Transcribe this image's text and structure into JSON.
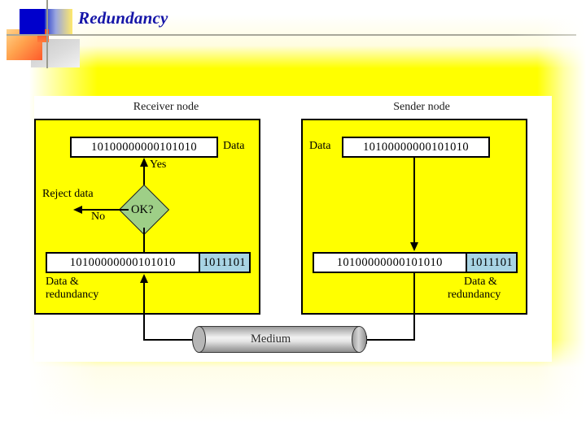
{
  "slide": {
    "title": "Redundancy"
  },
  "figure": {
    "receiver": {
      "caption": "Receiver node",
      "data_box_value": "10100000000101010",
      "data_label": "Data",
      "decision_label": "OK?",
      "yes_label": "Yes",
      "no_label": "No",
      "reject_label": "Reject data",
      "frame_data": "10100000000101010",
      "frame_redundancy": "1011101",
      "frame_caption_line1": "Data &",
      "frame_caption_line2": "redundancy"
    },
    "sender": {
      "caption": "Sender node",
      "data_label": "Data",
      "data_box_value": "10100000000101010",
      "frame_data": "10100000000101010",
      "frame_redundancy": "1011101",
      "frame_caption_line1": "Data &",
      "frame_caption_line2": "redundancy"
    },
    "medium": {
      "label": "Medium"
    }
  },
  "colors": {
    "panel_fill": "#ffff00",
    "decision_fill": "#9ecf87",
    "redundancy_fill": "#a8d4e4",
    "title_text": "#1515a8",
    "stroke": "#000000"
  }
}
